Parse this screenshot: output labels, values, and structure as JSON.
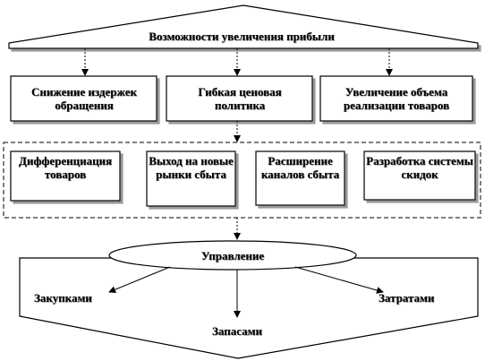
{
  "title": "Возможности увеличения прибыли",
  "level1": [
    {
      "label": "Снижение издержек обращения"
    },
    {
      "label": "Гибкая ценовая политика"
    },
    {
      "label": "Увеличение объема реализации товаров"
    }
  ],
  "level2": [
    {
      "label": "Дифференциация товаров"
    },
    {
      "label": "Выход на новые рынки сбыта"
    },
    {
      "label": "Расширение каналов сбыта"
    },
    {
      "label": "Разработка системы скидок"
    }
  ],
  "management": {
    "label": "Управление",
    "targets": {
      "left": "Закупками",
      "right": "Затратами",
      "bottom": "Запасами"
    }
  }
}
